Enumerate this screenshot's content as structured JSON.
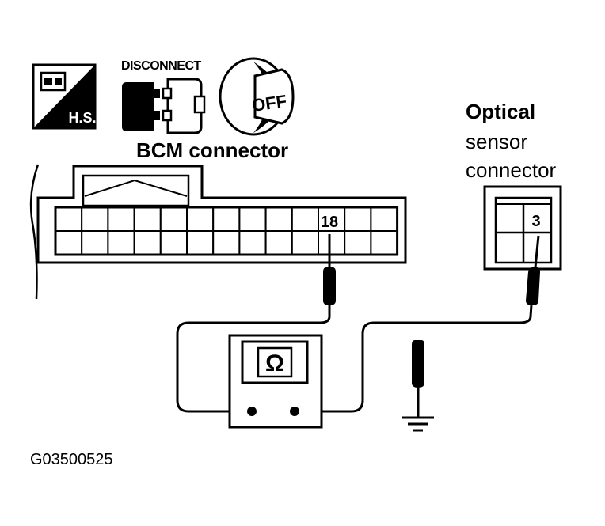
{
  "icons": {
    "hs_label": "H.S.",
    "disconnect_label": "DISCONNECT",
    "off_label": "OFF"
  },
  "bcm": {
    "title": "BCM connector",
    "pin": "18"
  },
  "optical": {
    "title_line1": "Optical",
    "title_line2": "sensor",
    "title_line3": "connector",
    "pin": "3"
  },
  "meter": {
    "symbol": "Ω"
  },
  "figure_id": "G03500525"
}
